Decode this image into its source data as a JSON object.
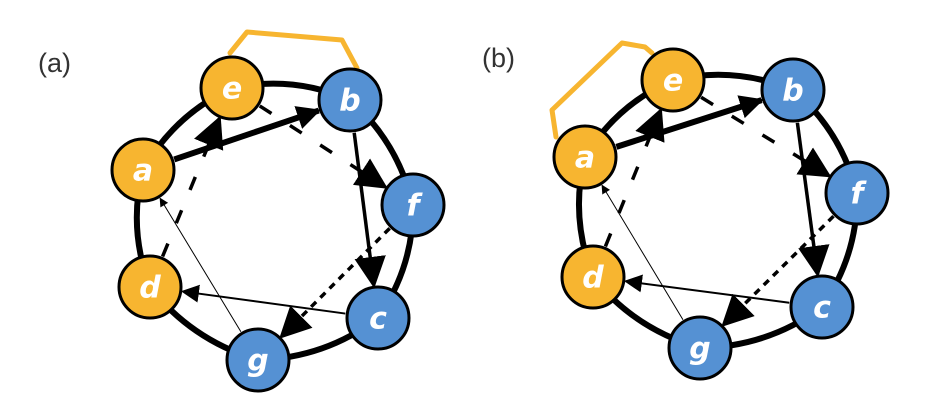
{
  "colors": {
    "group_orange": "#F7B530",
    "group_blue": "#5591D3",
    "edge": "#000000",
    "bracket": "#F7B530",
    "label_text": "#333333",
    "node_text": "#ffffff"
  },
  "panels": [
    {
      "id": "a",
      "label": "(a)",
      "nodes": [
        {
          "id": "e",
          "label": "e",
          "group": "orange"
        },
        {
          "id": "b",
          "label": "b",
          "group": "blue"
        },
        {
          "id": "f",
          "label": "f",
          "group": "blue"
        },
        {
          "id": "c",
          "label": "c",
          "group": "blue"
        },
        {
          "id": "g",
          "label": "g",
          "group": "blue"
        },
        {
          "id": "d",
          "label": "d",
          "group": "orange"
        },
        {
          "id": "a",
          "label": "a",
          "group": "orange"
        }
      ],
      "ring_order": [
        "e",
        "b",
        "f",
        "c",
        "g",
        "d",
        "a"
      ],
      "bracket": [
        "e",
        "b"
      ],
      "edges": [
        {
          "from": "a",
          "to": "b",
          "style": "solid",
          "weight": "heavy",
          "arrow": true
        },
        {
          "from": "b",
          "to": "c",
          "style": "solid",
          "weight": "medium",
          "arrow": true
        },
        {
          "from": "e",
          "to": "f",
          "style": "long-dash",
          "weight": "medium",
          "arrow": true
        },
        {
          "from": "d",
          "to": "e",
          "style": "long-dash",
          "weight": "medium",
          "arrow": true
        },
        {
          "from": "f",
          "to": "g",
          "style": "dotted",
          "weight": "medium",
          "arrow": true
        },
        {
          "from": "c",
          "to": "d",
          "style": "solid",
          "weight": "light",
          "arrow": true
        },
        {
          "from": "g",
          "to": "a",
          "style": "solid",
          "weight": "thin",
          "arrow": true
        }
      ]
    },
    {
      "id": "b",
      "label": "(b)",
      "nodes": [
        {
          "id": "e",
          "label": "e",
          "group": "orange"
        },
        {
          "id": "b",
          "label": "b",
          "group": "blue"
        },
        {
          "id": "f",
          "label": "f",
          "group": "blue"
        },
        {
          "id": "c",
          "label": "c",
          "group": "blue"
        },
        {
          "id": "g",
          "label": "g",
          "group": "blue"
        },
        {
          "id": "d",
          "label": "d",
          "group": "orange"
        },
        {
          "id": "a",
          "label": "a",
          "group": "orange"
        }
      ],
      "ring_order": [
        "e",
        "b",
        "f",
        "c",
        "g",
        "d",
        "a"
      ],
      "bracket": [
        "a",
        "e"
      ],
      "edges": [
        {
          "from": "a",
          "to": "b",
          "style": "solid",
          "weight": "heavy",
          "arrow": true
        },
        {
          "from": "b",
          "to": "c",
          "style": "solid",
          "weight": "medium",
          "arrow": true
        },
        {
          "from": "e",
          "to": "f",
          "style": "long-dash",
          "weight": "medium",
          "arrow": true
        },
        {
          "from": "d",
          "to": "e",
          "style": "long-dash",
          "weight": "medium",
          "arrow": true
        },
        {
          "from": "f",
          "to": "g",
          "style": "dotted",
          "weight": "medium",
          "arrow": true
        },
        {
          "from": "c",
          "to": "d",
          "style": "solid",
          "weight": "light",
          "arrow": true
        },
        {
          "from": "g",
          "to": "a",
          "style": "solid",
          "weight": "thin",
          "arrow": true
        }
      ]
    }
  ]
}
